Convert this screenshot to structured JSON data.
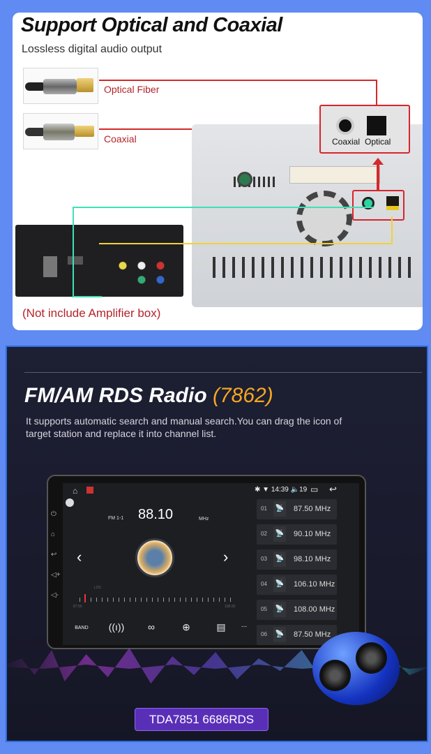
{
  "top": {
    "title": "Support Optical and Coaxial",
    "subtitle": "Lossless digital audio output",
    "cables": [
      {
        "label": "Optical Fiber"
      },
      {
        "label": "Coaxial"
      }
    ],
    "port_labels": {
      "coaxial": "Coaxial",
      "optical": "Optical"
    },
    "note": "(Not include Amplifier box)",
    "colors": {
      "accent_red": "#d9232d",
      "teal": "#3fe0b8",
      "yellow": "#f0d23a"
    }
  },
  "bottom": {
    "title": "FM/AM RDS Radio",
    "title_model": "(7862)",
    "description": "It supports automatic search and manual search.You can drag the icon of target station and replace it into channel list.",
    "status": {
      "time": "14:39",
      "volume": "19"
    },
    "radio": {
      "band_label": "FM 1-1",
      "frequency": "88.10",
      "unit": "MHz",
      "loc_label": "LOC",
      "scale_min": "87.50",
      "scale_max": "108.00",
      "tuning_fraction": 0.03
    },
    "channels": [
      {
        "num": "01",
        "freq": "87.50 MHz"
      },
      {
        "num": "02",
        "freq": "90.10 MHz"
      },
      {
        "num": "03",
        "freq": "98.10 MHz"
      },
      {
        "num": "04",
        "freq": "106.10 MHz"
      },
      {
        "num": "05",
        "freq": "108.00 MHz"
      },
      {
        "num": "06",
        "freq": "87.50 MHz"
      }
    ],
    "controls": {
      "band": "BAND",
      "more": "..."
    },
    "chip_badge": "TDA7851  6686RDS"
  }
}
